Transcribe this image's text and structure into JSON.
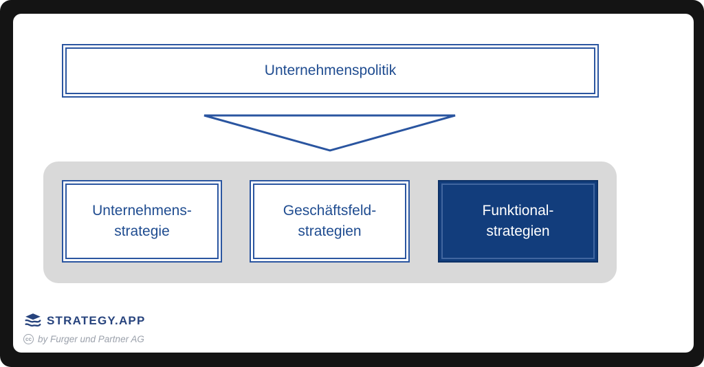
{
  "colors": {
    "accent_blue": "#2a55a0",
    "text_blue": "#1f4c90",
    "highlight_fill": "#123d7c",
    "highlight_text": "#ffffff",
    "container_gray": "#d9d9d9",
    "brand_blue": "#27437d",
    "footer_gray": "#9ba1ab",
    "frame_black": "#141414"
  },
  "diagram": {
    "policy_box": {
      "label": "Unternehmenspolitik"
    },
    "arrow": {
      "type": "down-triangle-outline"
    },
    "strategy_boxes": [
      {
        "line1": "Unternehmens-",
        "line2": "strategie",
        "highlighted": false
      },
      {
        "line1": "Geschäftsfeld-",
        "line2": "strategien",
        "highlighted": false
      },
      {
        "line1": "Funktional-",
        "line2": "strategien",
        "highlighted": true
      }
    ]
  },
  "footer": {
    "brand_name": "STRATEGY.APP",
    "cc_badge": "cc",
    "license_text": "by Furger und Partner AG"
  }
}
